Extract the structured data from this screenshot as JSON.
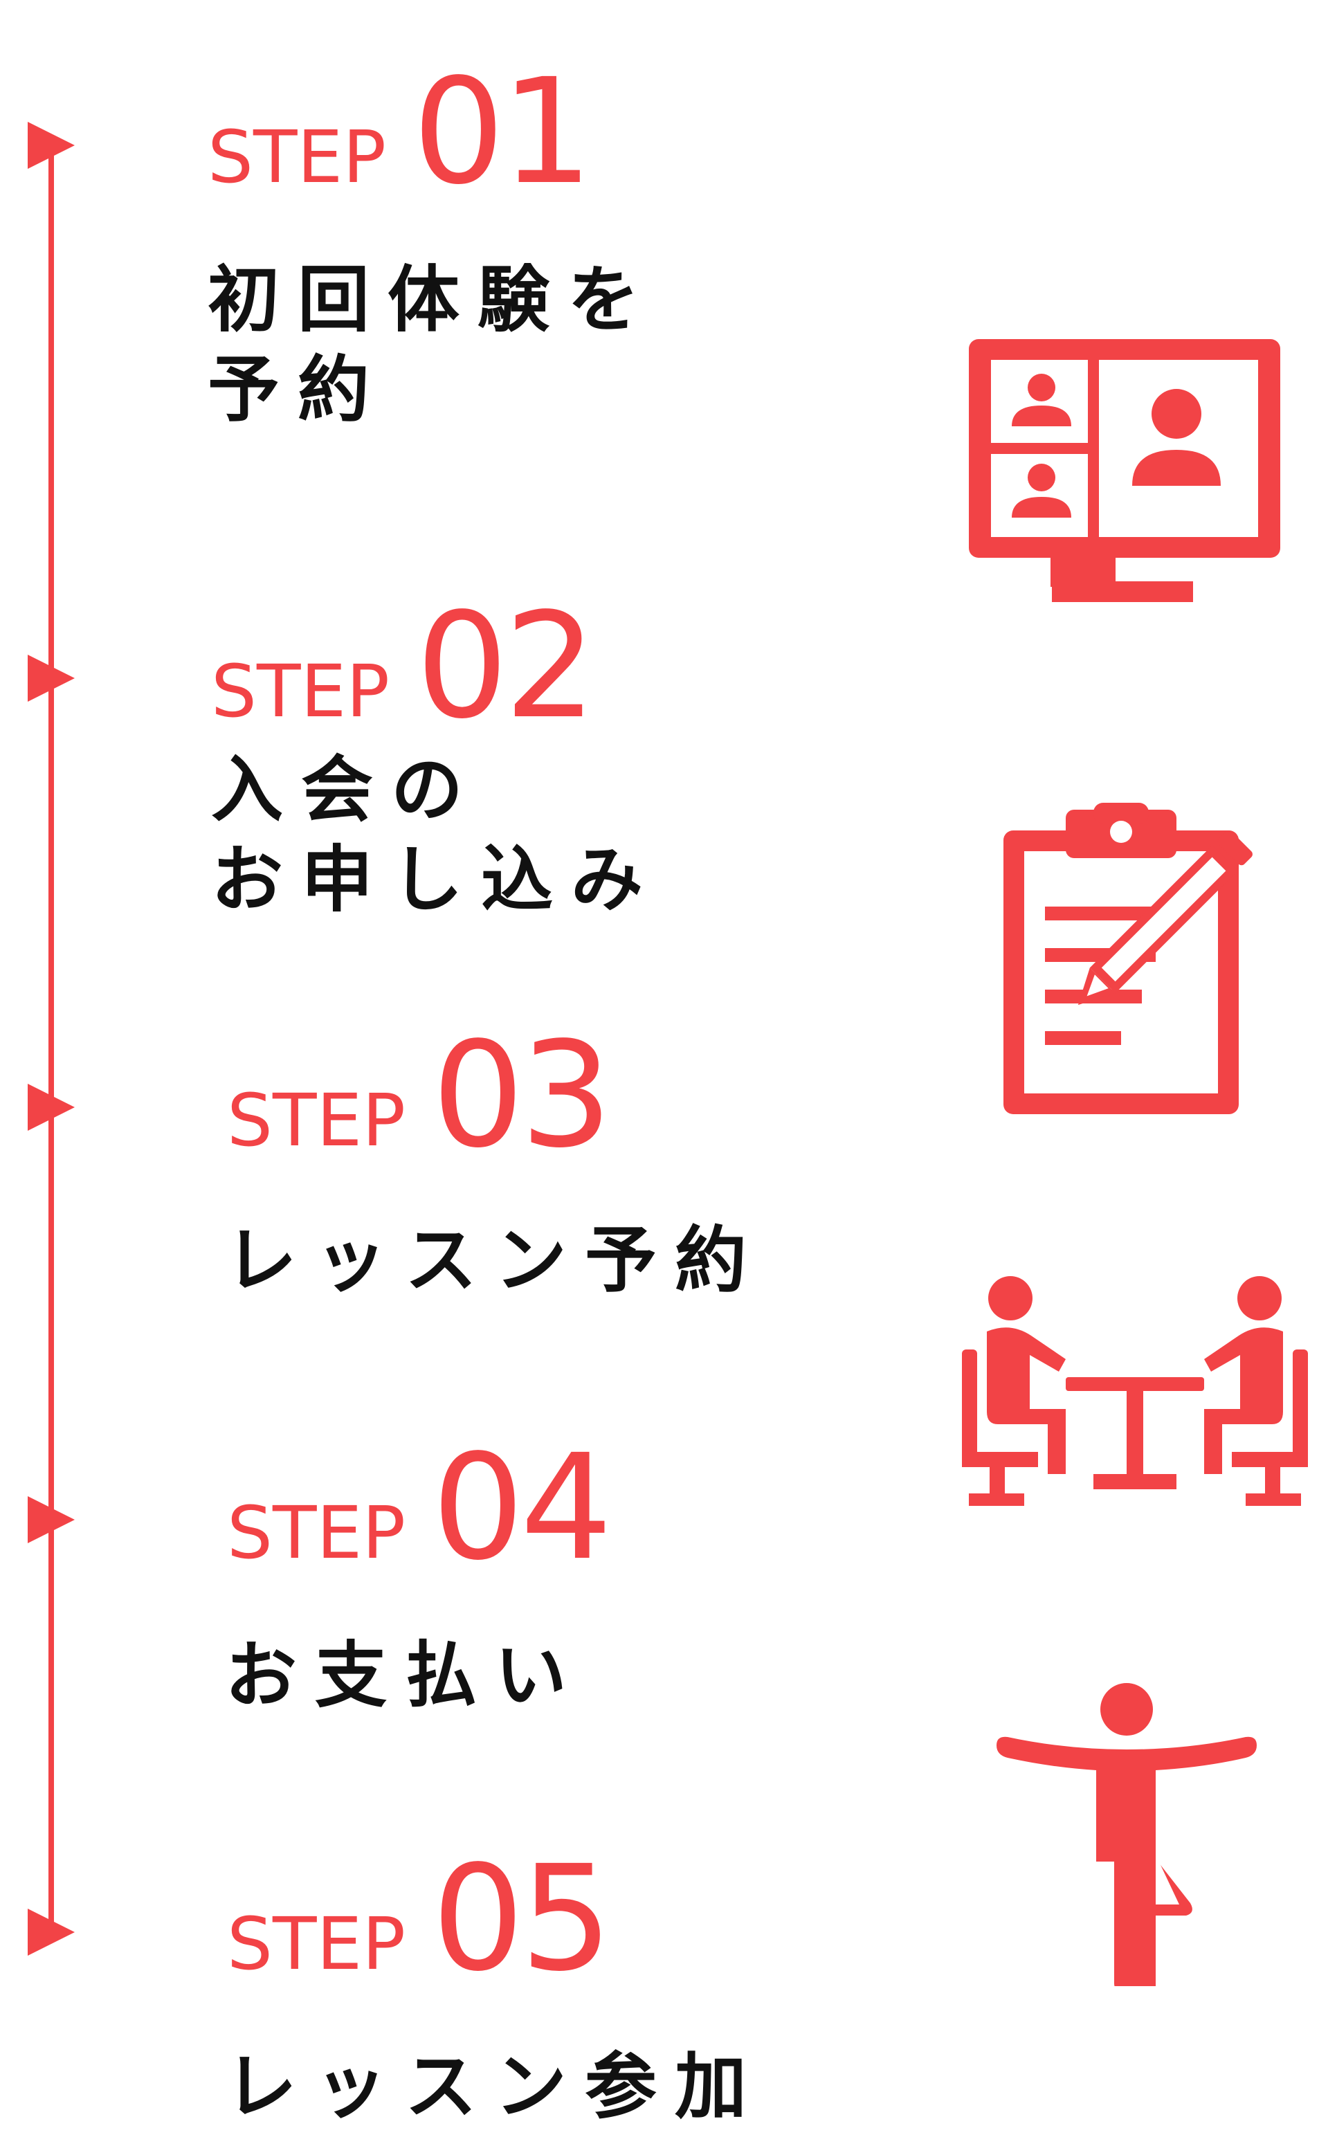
{
  "accent_color": "#f24346",
  "text_color": "#111111",
  "steps": [
    {
      "label": "STEP",
      "number": "01",
      "title_lines": [
        "初回体験を",
        "予約"
      ],
      "icon": "video-conference-icon"
    },
    {
      "label": "STEP",
      "number": "02",
      "title_lines": [
        "入会の",
        "お申し込み"
      ],
      "icon": "clipboard-pen-icon"
    },
    {
      "label": "STEP",
      "number": "03",
      "title_lines": [
        "レッスン予約"
      ],
      "icon": "meeting-table-icon"
    },
    {
      "label": "STEP",
      "number": "04",
      "title_lines": [
        "お支払い"
      ],
      "icon": "yoga-tree-pose-icon"
    },
    {
      "label": "STEP",
      "number": "05",
      "title_lines": [
        "レッスン参加"
      ],
      "icon": ""
    }
  ]
}
